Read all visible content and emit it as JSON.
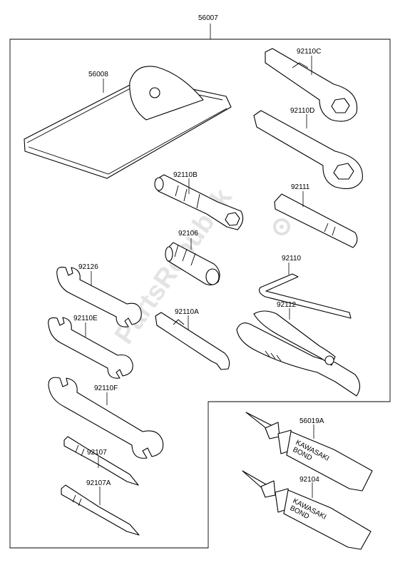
{
  "diagram": {
    "assembly_label": "56007",
    "watermark_text": "PartsRepublik",
    "parts": [
      {
        "id": "56008",
        "label": "56008"
      },
      {
        "id": "92110C",
        "label": "92110C"
      },
      {
        "id": "92110D",
        "label": "92110D"
      },
      {
        "id": "92110B",
        "label": "92110B"
      },
      {
        "id": "92111",
        "label": "92111"
      },
      {
        "id": "92106",
        "label": "92106"
      },
      {
        "id": "92110",
        "label": "92110"
      },
      {
        "id": "92126",
        "label": "92126"
      },
      {
        "id": "92110A",
        "label": "92110A"
      },
      {
        "id": "92112",
        "label": "92112"
      },
      {
        "id": "92110E",
        "label": "92110E"
      },
      {
        "id": "92110F",
        "label": "92110F"
      },
      {
        "id": "92107",
        "label": "92107"
      },
      {
        "id": "92107A",
        "label": "92107A"
      },
      {
        "id": "56019A",
        "label": "56019A"
      },
      {
        "id": "92104",
        "label": "92104"
      }
    ],
    "tube_text": {
      "brand": "KAWASAKI",
      "product": "BOND"
    }
  }
}
